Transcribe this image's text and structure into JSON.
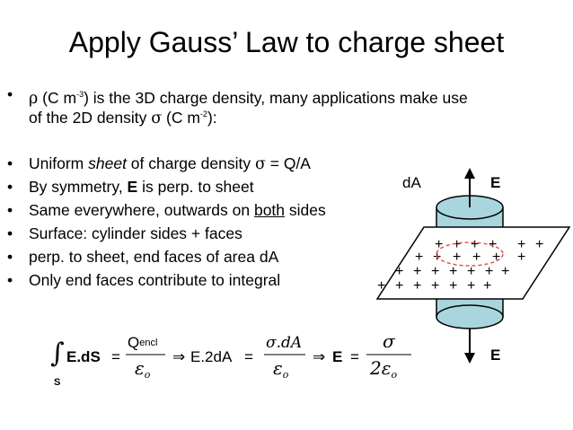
{
  "title": "Apply Gauss’ Law to charge sheet",
  "bullets": {
    "b1": {
      "rho": "ρ",
      "text_a": " (C m",
      "exp_a": "-3",
      "text_b": ") is the 3D charge density, many applications make use",
      "line2_a": "of the 2D density  ",
      "sigma": "σ",
      "line2_b": " (C m",
      "exp_b": "-2",
      "line2_c": "):"
    },
    "b2": {
      "pre": "Uniform ",
      "em": "sheet",
      "post": " of charge density ",
      "sigma": "σ",
      "eq": " = Q/A"
    },
    "b3": {
      "pre": "By symmetry, ",
      "bold": "E",
      "post": " is perp. to sheet"
    },
    "b4": {
      "pre": "Same everywhere, outwards on ",
      "underline": "both",
      "post": " sides"
    },
    "b5": {
      "text": "Surface: cylinder sides + faces"
    },
    "b6": {
      "text": "perp. to sheet, end faces of area dA"
    },
    "b7": {
      "text": "Only end faces contribute to integral"
    }
  },
  "equation": {
    "integral_sub": "S",
    "lhs": "E.dS",
    "equals": "=",
    "q": "Q",
    "q_sub": "encl",
    "eps": "ε",
    "eps_sub": "o",
    "implies": "⇒",
    "mid": "E.2dA",
    "sigma_da": "σ.dA",
    "e_bold": "E",
    "sigma": "σ",
    "two": "2"
  },
  "diagram": {
    "label_da": "dA",
    "label_e_top": "E",
    "label_e_bottom": "E",
    "plus": "+"
  },
  "colors": {
    "cylinder_fill": "#a9d6de",
    "dashed_circle": "#e05555",
    "line": "#000000"
  }
}
